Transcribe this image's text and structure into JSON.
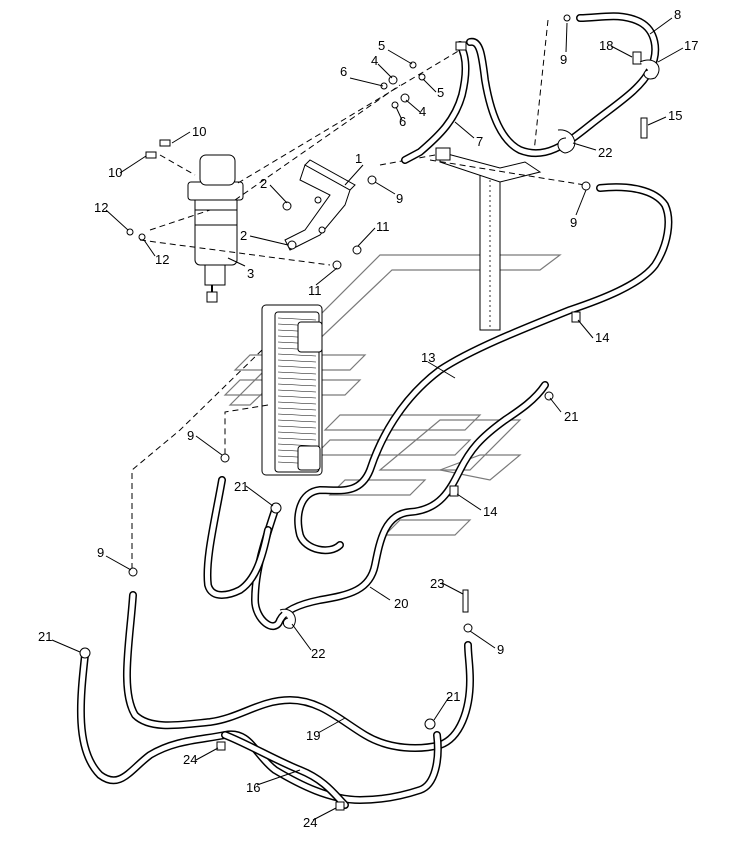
{
  "diagram": {
    "callouts": [
      {
        "id": "c1",
        "label": "1"
      },
      {
        "id": "c2a",
        "label": "2"
      },
      {
        "id": "c2b",
        "label": "2"
      },
      {
        "id": "c3",
        "label": "3"
      },
      {
        "id": "c4a",
        "label": "4"
      },
      {
        "id": "c4b",
        "label": "4"
      },
      {
        "id": "c5a",
        "label": "5"
      },
      {
        "id": "c5b",
        "label": "5"
      },
      {
        "id": "c6a",
        "label": "6"
      },
      {
        "id": "c6b",
        "label": "6"
      },
      {
        "id": "c7",
        "label": "7"
      },
      {
        "id": "c8",
        "label": "8"
      },
      {
        "id": "c9a",
        "label": "9"
      },
      {
        "id": "c9b",
        "label": "9"
      },
      {
        "id": "c9c",
        "label": "9"
      },
      {
        "id": "c9d",
        "label": "9"
      },
      {
        "id": "c9e",
        "label": "9"
      },
      {
        "id": "c9f",
        "label": "9"
      },
      {
        "id": "c10a",
        "label": "10"
      },
      {
        "id": "c10b",
        "label": "10"
      },
      {
        "id": "c11a",
        "label": "11"
      },
      {
        "id": "c11b",
        "label": "11"
      },
      {
        "id": "c12a",
        "label": "12"
      },
      {
        "id": "c12b",
        "label": "12"
      },
      {
        "id": "c13",
        "label": "13"
      },
      {
        "id": "c14a",
        "label": "14"
      },
      {
        "id": "c14b",
        "label": "14"
      },
      {
        "id": "c15",
        "label": "15"
      },
      {
        "id": "c16",
        "label": "16"
      },
      {
        "id": "c17",
        "label": "17"
      },
      {
        "id": "c18",
        "label": "18"
      },
      {
        "id": "c19",
        "label": "19"
      },
      {
        "id": "c20",
        "label": "20"
      },
      {
        "id": "c21a",
        "label": "21"
      },
      {
        "id": "c21b",
        "label": "21"
      },
      {
        "id": "c21c",
        "label": "21"
      },
      {
        "id": "c21d",
        "label": "21"
      },
      {
        "id": "c22a",
        "label": "22"
      },
      {
        "id": "c22b",
        "label": "22"
      },
      {
        "id": "c23",
        "label": "23"
      },
      {
        "id": "c24a",
        "label": "24"
      },
      {
        "id": "c24b",
        "label": "24"
      }
    ]
  }
}
